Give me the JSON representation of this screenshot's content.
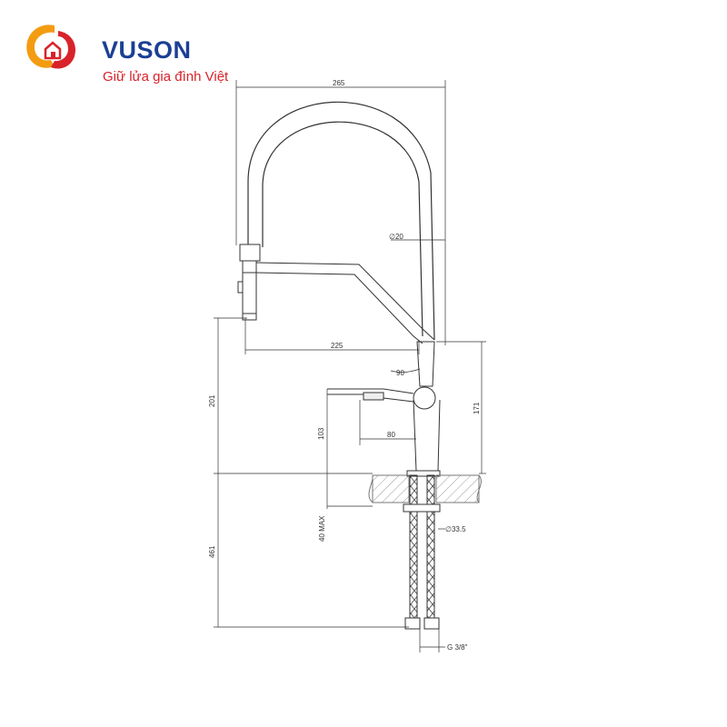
{
  "logo": {
    "name": "VUSON",
    "tagline": "Giữ lửa gia đình Việt",
    "colors": {
      "brand_blue": "#1b3f94",
      "brand_red": "#d8232a",
      "brand_orange": "#f39c12"
    }
  },
  "drawing": {
    "dimensions": {
      "overall_width": "265",
      "spout_diameter": "∅20",
      "spout_reach": "225",
      "lever_angle": "90",
      "lever_length": "80",
      "lever_height": "103",
      "height_to_spout": "201",
      "body_height": "171",
      "max_counter_thickness": "40 MAX",
      "hole_diameter": "∅33.5",
      "hose_length": "461",
      "connection_thread": "G 3/8\""
    },
    "line_color": "#333333"
  }
}
